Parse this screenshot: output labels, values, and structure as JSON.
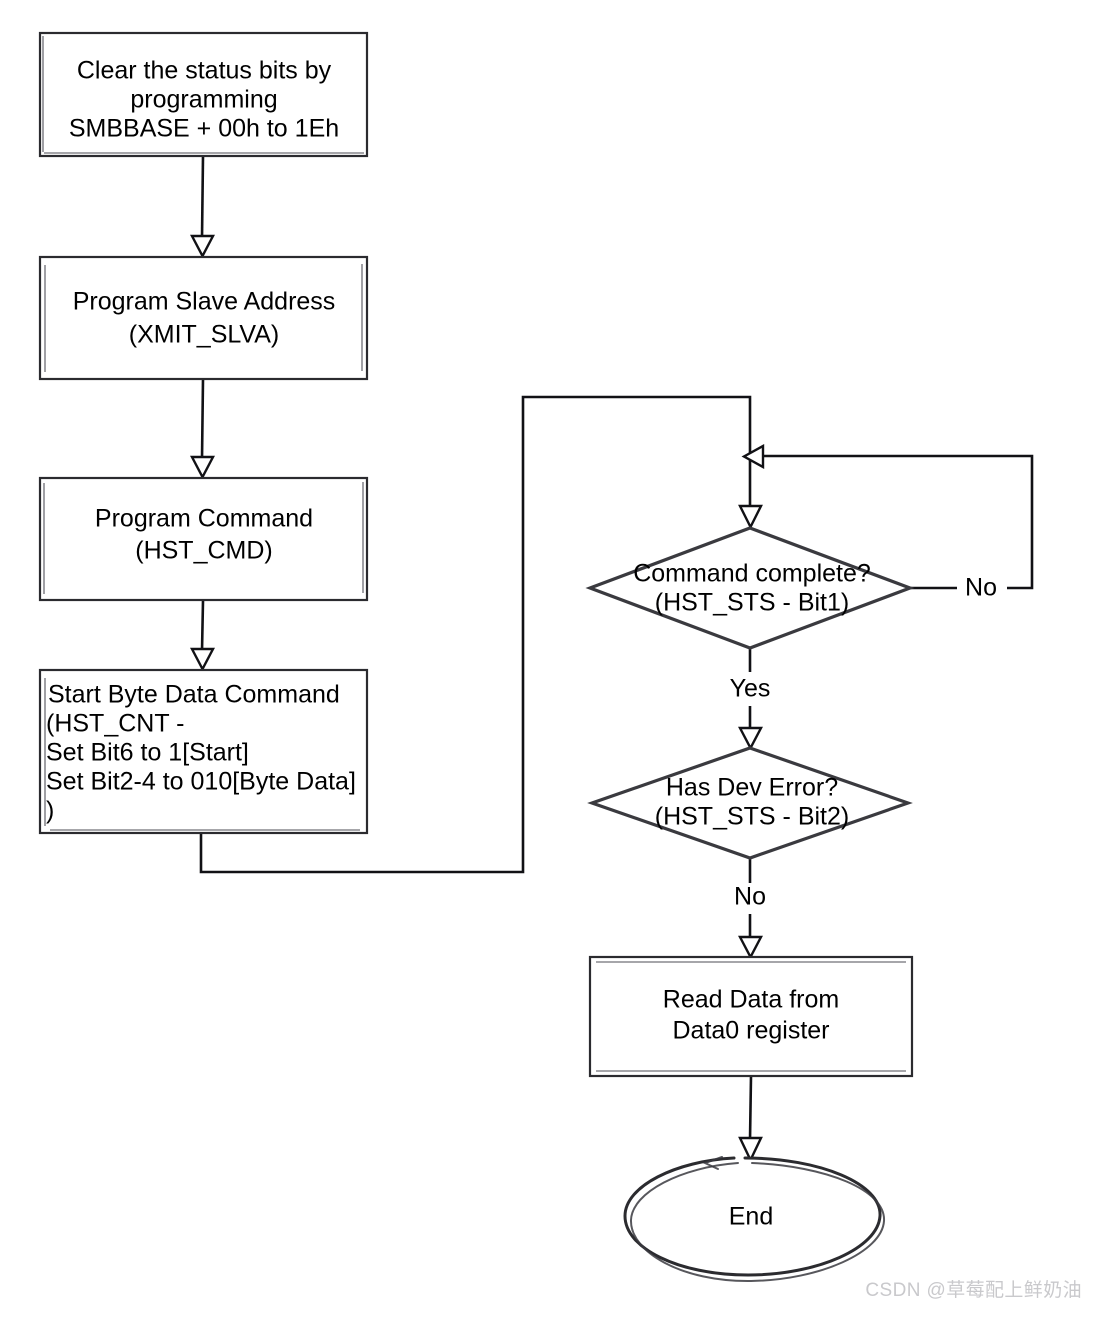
{
  "diagram": {
    "title": "SMBus Byte Data Read Flowchart",
    "colors": {
      "background": "#ffffff",
      "node_stroke": "#2b2b2f",
      "diamond_stroke": "#3a3a3f",
      "connector": "#111115",
      "text": "#000000",
      "watermark": "#c9c9cc"
    },
    "nodes": [
      {
        "id": "clear-status-bits",
        "shape": "process",
        "align": "center",
        "lines": [
          "Clear the status bits by",
          "programming",
          "SMBBASE + 00h to 1Eh"
        ]
      },
      {
        "id": "program-slave-address",
        "shape": "process",
        "align": "center",
        "lines": [
          "Program Slave Address",
          "(XMIT_SLVA)"
        ]
      },
      {
        "id": "program-command",
        "shape": "process",
        "align": "center",
        "lines": [
          "Program Command",
          "(HST_CMD)"
        ]
      },
      {
        "id": "start-byte-data-command",
        "shape": "process",
        "align": "left",
        "lines": [
          " Start Byte Data Command",
          "(HST_CNT -",
          "Set Bit6 to 1[Start]",
          "Set Bit2-4 to 010[Byte Data]",
          ")"
        ]
      },
      {
        "id": "command-complete",
        "shape": "decision",
        "align": "center",
        "lines": [
          "Command complete?",
          "(HST_STS - Bit1)"
        ]
      },
      {
        "id": "has-dev-error",
        "shape": "decision",
        "align": "center",
        "lines": [
          "Has Dev Error?",
          "(HST_STS - Bit2)"
        ]
      },
      {
        "id": "read-data",
        "shape": "process",
        "align": "center",
        "lines": [
          "Read Data from",
          "Data0 register"
        ]
      },
      {
        "id": "end",
        "shape": "terminator",
        "align": "center",
        "lines": [
          "End"
        ]
      }
    ],
    "edge_labels": {
      "command_complete_no": "No",
      "command_complete_yes": "Yes",
      "has_dev_error_no": "No"
    },
    "watermark": "CSDN @草莓配上鲜奶油"
  }
}
